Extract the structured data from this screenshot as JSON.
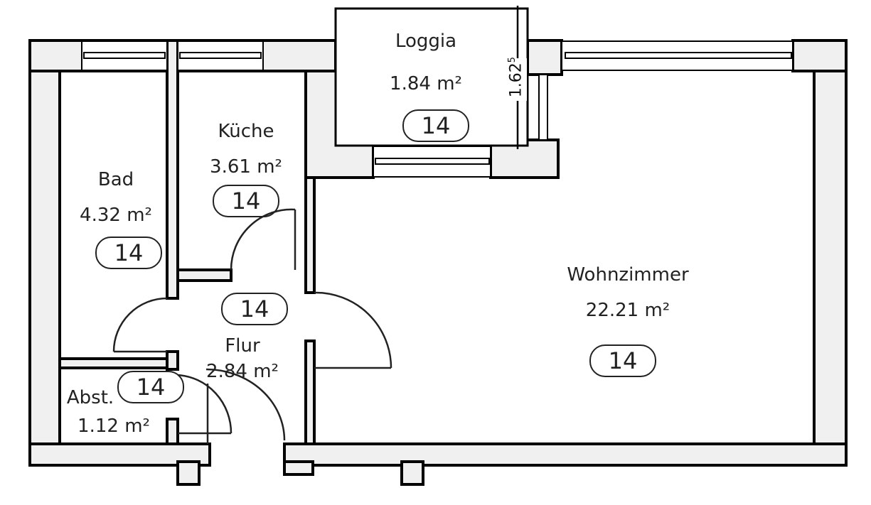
{
  "rooms": [
    {
      "name": "Loggia",
      "area": "1.84 m²",
      "tag": "14"
    },
    {
      "name": "Küche",
      "area": "3.61 m²",
      "tag": "14"
    },
    {
      "name": "Bad",
      "area": "4.32 m²",
      "tag": "14"
    },
    {
      "name": "Flur",
      "area": "2.84 m²",
      "tag": "14"
    },
    {
      "name": "Abst.",
      "area": "1.12 m²",
      "tag": "14"
    },
    {
      "name": "Wohnzimmer",
      "area": "22.21 m²",
      "tag": "14"
    }
  ],
  "dimension": {
    "value": "1.62",
    "superscript": "5"
  },
  "colors": {
    "wall_fill": "#f0f0f0",
    "line": "#000000"
  }
}
